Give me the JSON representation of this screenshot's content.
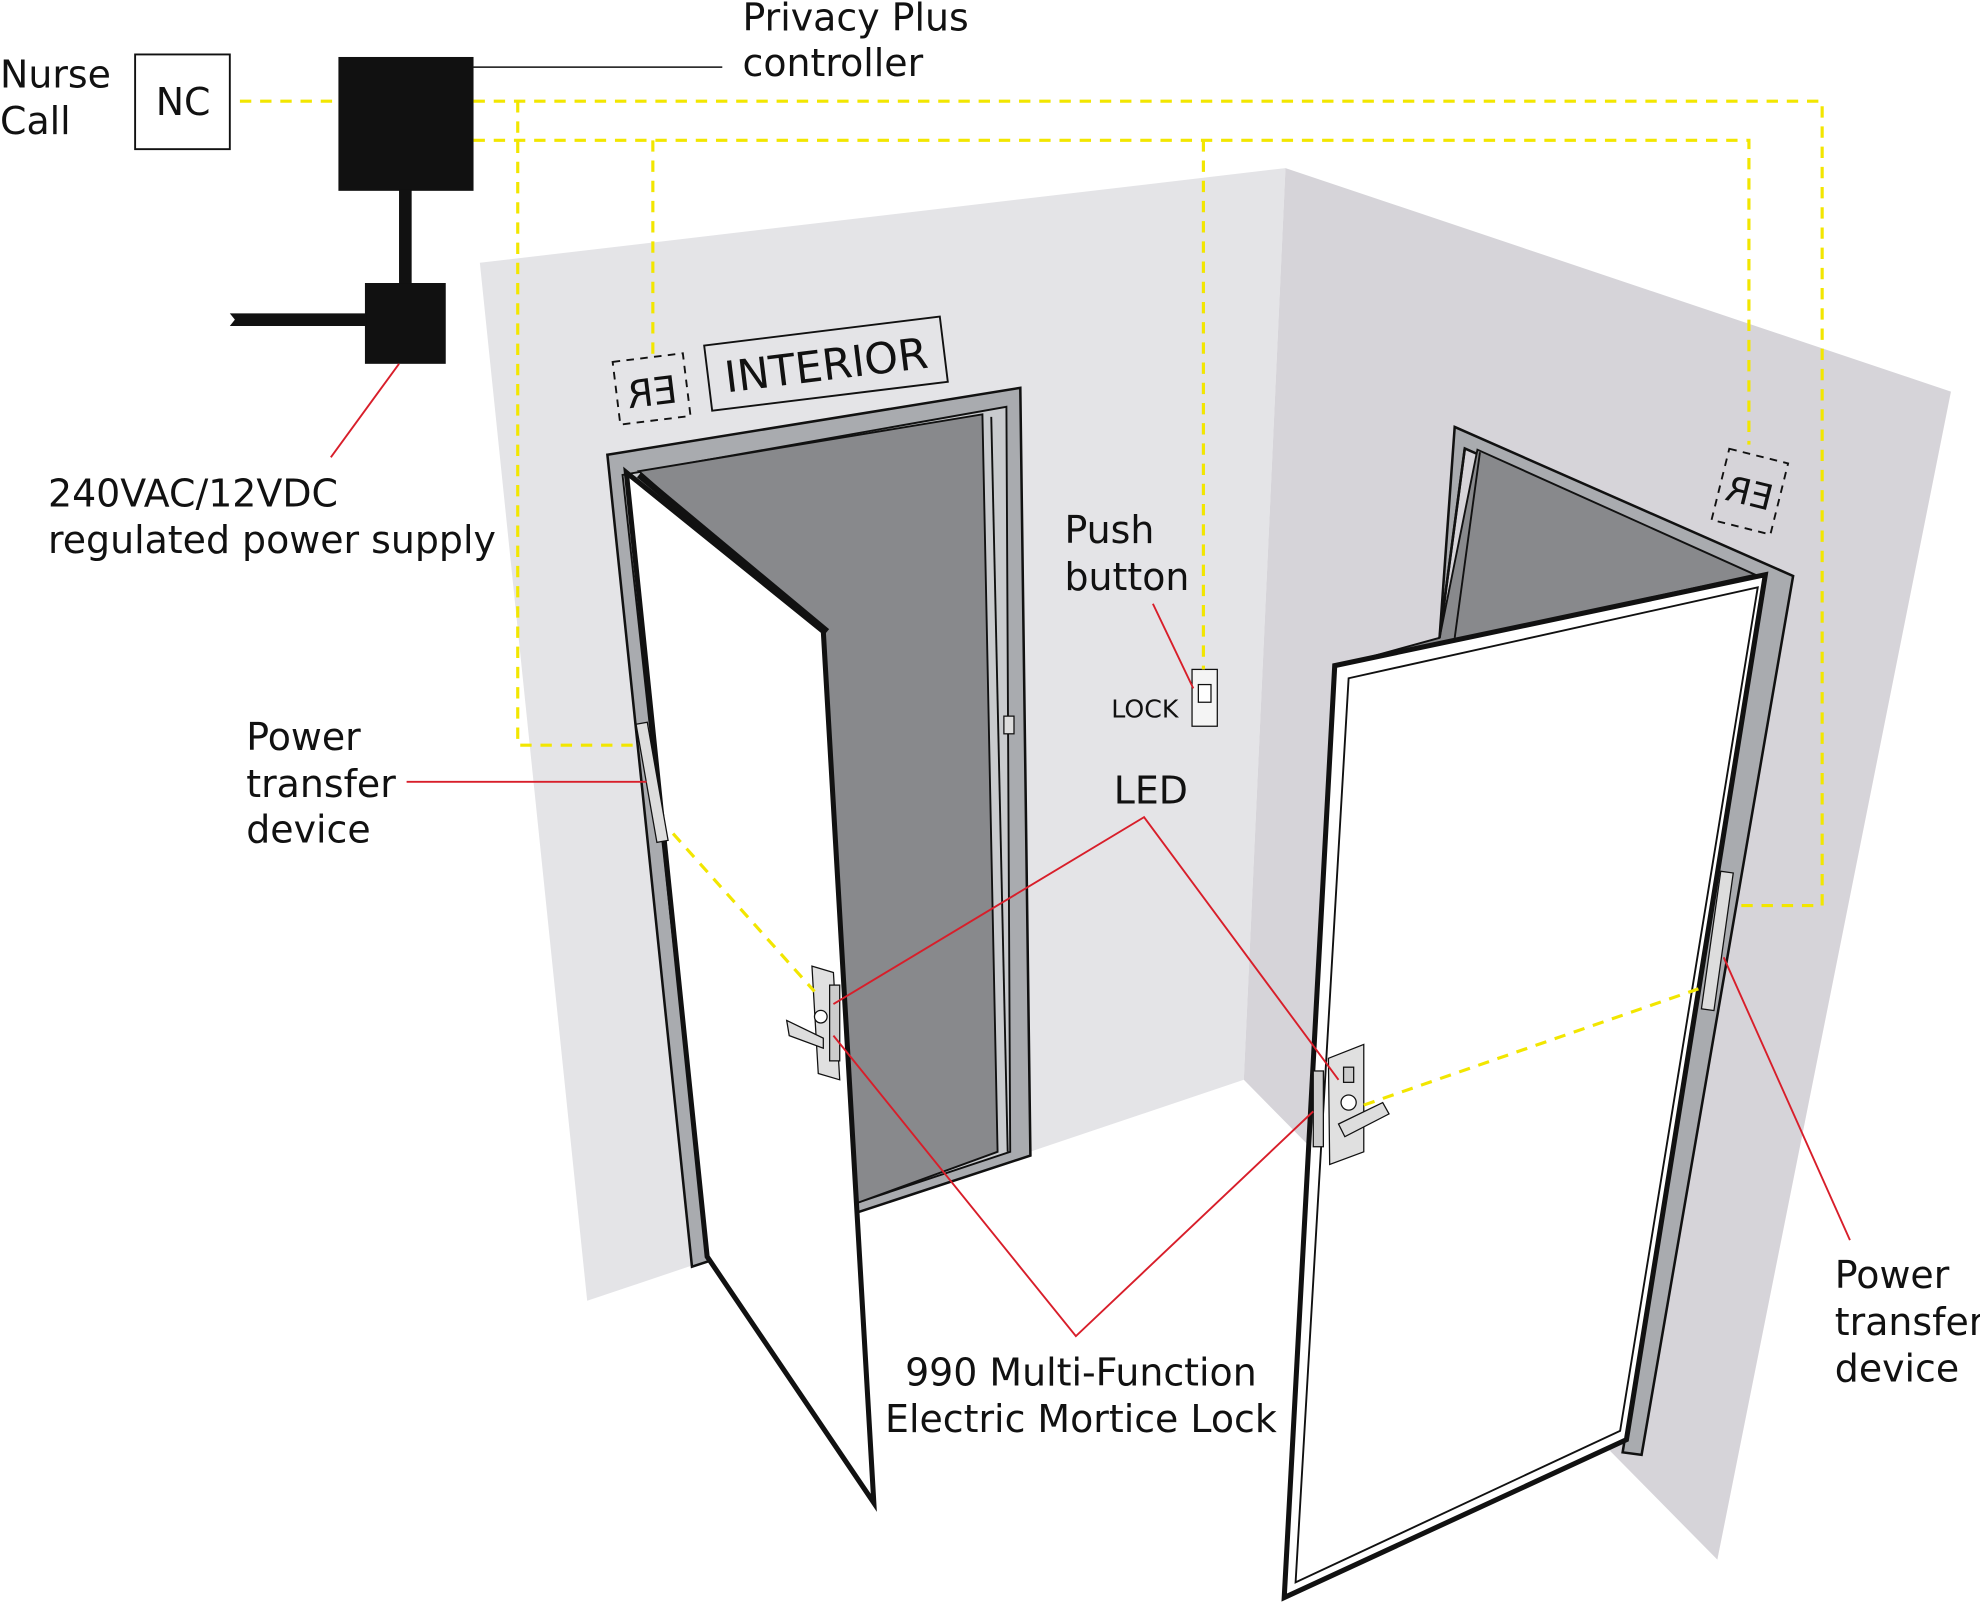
{
  "labels": {
    "nurse_call_line1": "Nurse",
    "nurse_call_line2": "Call",
    "nc_box": "NC",
    "controller_line1": "Privacy Plus",
    "controller_line2": "controller",
    "psu_line1": "240VAC/12VDC",
    "psu_line2": "regulated power supply",
    "interior_sign": "INTERIOR",
    "er_sign_left": "ER",
    "er_sign_right": "ER",
    "push_button_line1": "Push",
    "push_button_line2": "button",
    "lock_label": "LOCK",
    "led": "LED",
    "ptd_left_line1": "Power",
    "ptd_left_line2": "transfer",
    "ptd_left_line3": "device",
    "ptd_right_line1": "Power",
    "ptd_right_line2": "transfer",
    "ptd_right_line3": "device",
    "lock_line1": "990 Multi-Function",
    "lock_line2": "Electric Mortice Lock"
  },
  "colors": {
    "wiring": "#f2e600",
    "leader": "#d81e2a",
    "left_wall": "#e4e4e7",
    "right_wall": "#d6d4d9",
    "door_opening": "#88898c"
  }
}
